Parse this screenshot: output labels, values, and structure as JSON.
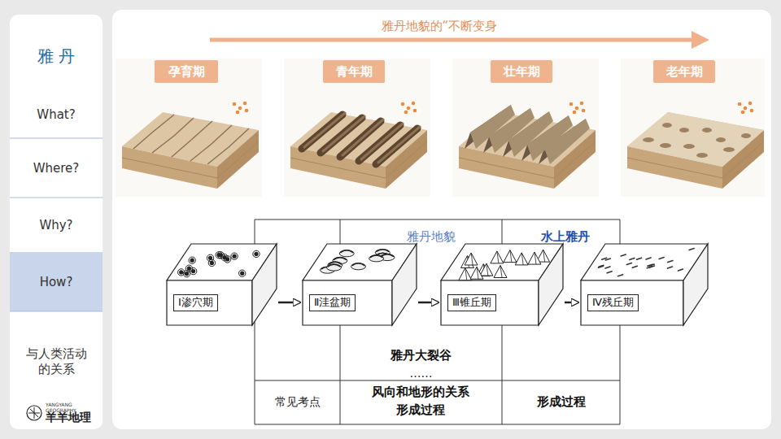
{
  "diagram": {
    "title": "雅丹地貌的“不断变身",
    "nodes": [
      {
        "text": [
          "What?"
        ]
      },
      {
        "text": [
          "Where?"
        ]
      },
      {
        "text": [
          "Why?"
        ]
      },
      {
        "text": [
          "How?"
        ]
      },
      {
        "text": [
          "与人类活动的关系"
        ]
      },
      {
        "text": [
          "孕育期"
        ]
      },
      {
        "text": [
          "青年期"
        ]
      },
      {
        "text": [
          "壮年期"
        ]
      },
      {
        "text": [
          "老年期"
        ]
      },
      {
        "text": [
          "Ⅰ渗穴期"
        ]
      },
      {
        "text": [
          "Ⅱ洼盆期"
        ]
      },
      {
        "text": [
          "Ⅲ锥丘期"
        ]
      },
      {
        "text": [
          "Ⅳ残丘期"
        ]
      }
    ],
    "edges": [
      {
        "from": 9,
        "to": 10,
        "arrow": "to"
      },
      {
        "from": 10,
        "to": 11,
        "arrow": "to"
      },
      {
        "from": 11,
        "to": 12,
        "arrow": "to"
      }
    ],
    "labels": [
      "雅 丹",
      "YANGYANG GEOGRAPHY",
      "羊羊地理",
      "雅丹地貌",
      "水上雅丹",
      "雅丹大裂谷",
      "……",
      "常见考点",
      "风向和地形的关系 形成过程",
      "形成过程"
    ]
  }
}
